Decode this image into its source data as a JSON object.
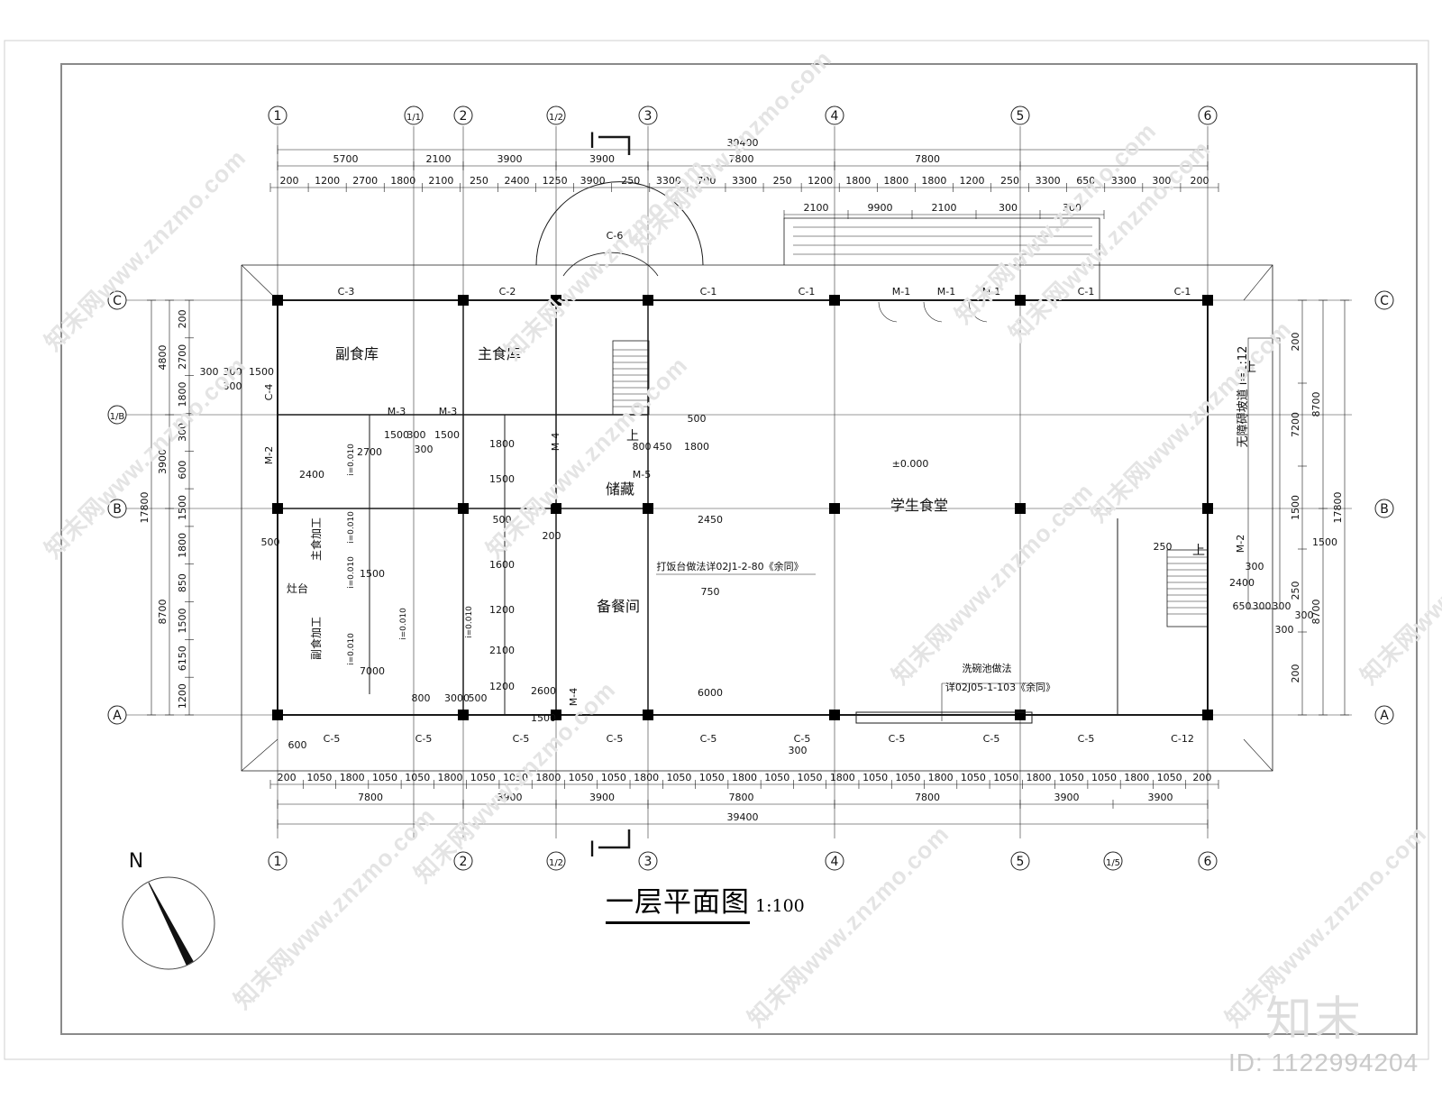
{
  "drawing": {
    "title": "一层平面图",
    "scale": "1:100",
    "north_label": "N",
    "logo": "知末",
    "id_label": "ID: 1122994204",
    "watermark": "知末网www.znzmo.com",
    "section_mark": "I"
  },
  "axes_top": [
    "1",
    "1/1",
    "2",
    "1/2",
    "3",
    "4",
    "5",
    "6"
  ],
  "axes_bottom": [
    "1",
    "2",
    "1/2",
    "3",
    "4",
    "5",
    "1/5",
    "6"
  ],
  "axes_side": [
    "C",
    "1/B",
    "B",
    "A"
  ],
  "dims": {
    "top_total": "39400",
    "top_row1": [
      "5700",
      "2100",
      "3900",
      "3900",
      "7800",
      "7800"
    ],
    "top_row2": [
      "200",
      "1200",
      "2700",
      "1800",
      "2100",
      "250",
      "2400",
      "1250",
      "3900",
      "250",
      "3300",
      "700",
      "3300",
      "250",
      "1200",
      "1800",
      "1800",
      "1800",
      "1200",
      "250",
      "3300",
      "650",
      "3300",
      "300",
      "200"
    ],
    "bottom_total": "39400",
    "bottom_row1": [
      "7800",
      "3900",
      "3900",
      "7800",
      "7800",
      "3900",
      "3900"
    ],
    "bottom_row2": [
      "200",
      "1050",
      "1800",
      "1050",
      "1050",
      "1800",
      "1050",
      "1050",
      "1800",
      "1050",
      "1050",
      "1800",
      "1050",
      "1050",
      "1800",
      "1050",
      "1050",
      "1800",
      "1050",
      "1050",
      "1800",
      "1050",
      "1050",
      "1800",
      "1050",
      "1050",
      "1800",
      "1050",
      "200"
    ],
    "left_total": "17800",
    "left_row1": [
      "4800",
      "3900",
      "8700"
    ],
    "left_row2": [
      "200",
      "2700",
      "1800",
      "300",
      "600",
      "1500",
      "1800",
      "850",
      "1500",
      "6150",
      "1200"
    ],
    "right_total": "17800",
    "right_row1": [
      "8700",
      "8700"
    ],
    "right_row2": [
      "200",
      "7200",
      "1500",
      "250",
      "200"
    ],
    "canopy": [
      "2100",
      "9900",
      "2100",
      "300",
      "300",
      "300",
      "1500",
      "300"
    ]
  },
  "rooms": {
    "r1": "副食库",
    "r2": "主食库",
    "r3": "储藏",
    "r4": "备餐间",
    "r5": "学生食堂",
    "r6": "灶台",
    "r7": "主食加工",
    "r8": "副食加工"
  },
  "labels": {
    "door_m1": "M-1",
    "door_m2": "M-2",
    "door_m3": "M-3",
    "door_m4": "M-4",
    "door_m5": "M-5",
    "win_c1": "C-1",
    "win_c2": "C-2",
    "win_c3": "C-3",
    "win_c4": "C-4",
    "win_c5": "C-5",
    "win_c6": "C-6",
    "win_c12": "C-12",
    "up": "上",
    "ramp": "无障碍坡道 i=1:12",
    "elevation": "±0.000",
    "counter_note": "打饭台做法详02J1-2-80《余同》",
    "sink_title": "洗碗池做法",
    "sink_note": "详02J05-1-103《余同》",
    "slope": "i=0.010"
  },
  "inner_dims": [
    "300",
    "300",
    "1500",
    "300",
    "1500",
    "300",
    "1500",
    "300",
    "800",
    "450",
    "500",
    "1800",
    "2400",
    "2700",
    "1800",
    "1500",
    "500",
    "1600",
    "1200",
    "2100",
    "1200",
    "2600",
    "1500",
    "7000",
    "800",
    "3000",
    "500",
    "200",
    "1500",
    "600",
    "750",
    "6000",
    "2450",
    "250",
    "2400",
    "300",
    "650",
    "300",
    "300",
    "300",
    "300",
    "300",
    "1500",
    "500"
  ],
  "colors": {
    "line": "#1a1a1a",
    "frame": "#888888",
    "column": "#000000",
    "watermark": "#e4e4e4"
  }
}
